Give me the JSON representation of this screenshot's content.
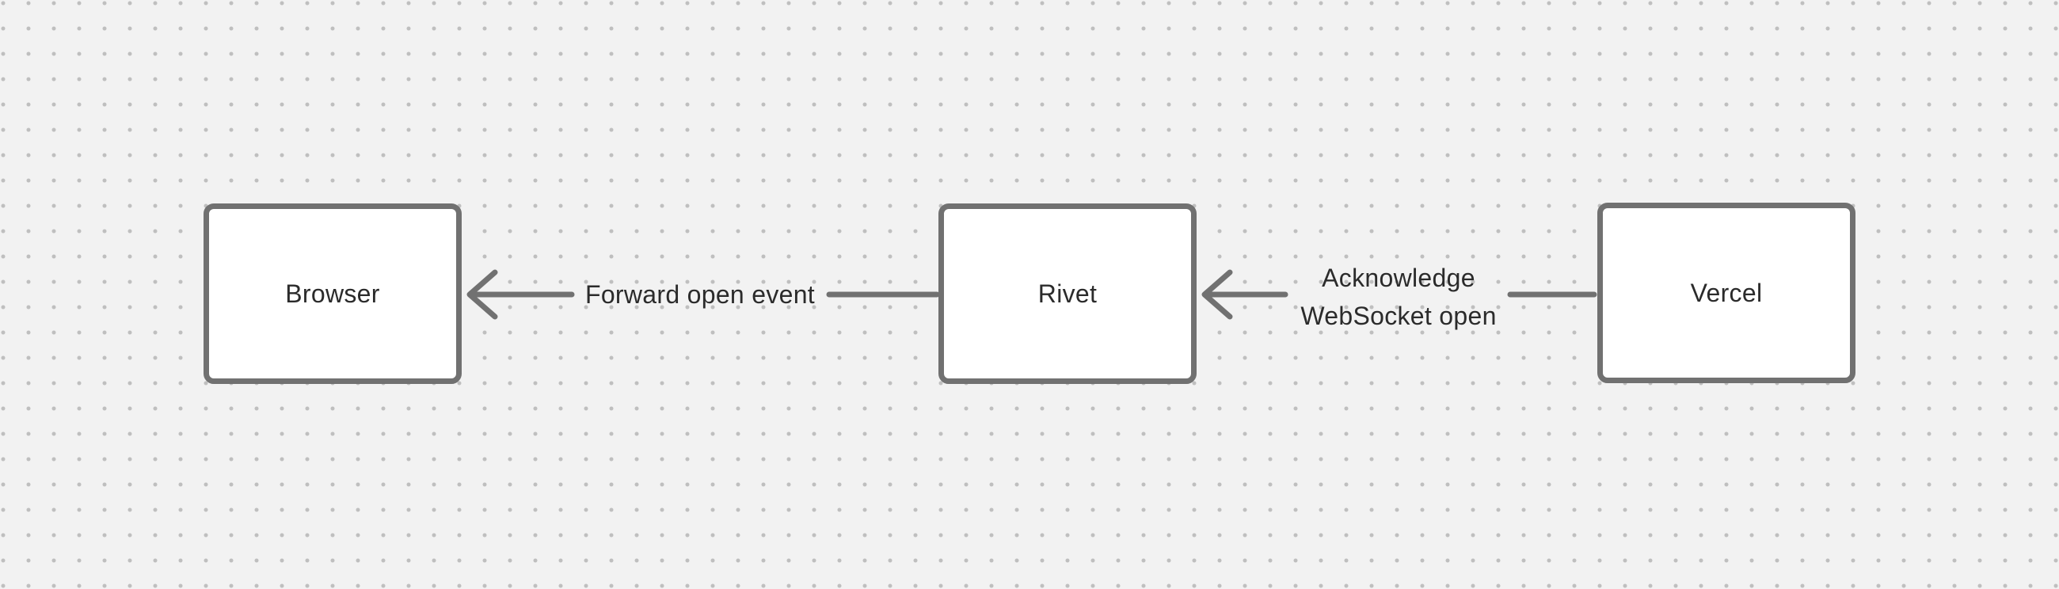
{
  "canvas": {
    "grid": "dotted",
    "colors": {
      "bg": "#f2f2f2",
      "dot": "#bfbfbf",
      "stroke": "#717171",
      "node-fill": "#ffffff",
      "text": "#2b2b2b"
    }
  },
  "diagram": {
    "nodes": [
      {
        "id": "browser",
        "label": "Browser"
      },
      {
        "id": "rivet",
        "label": "Rivet"
      },
      {
        "id": "vercel",
        "label": "Vercel"
      }
    ],
    "edges": [
      {
        "from": "rivet",
        "to": "browser",
        "arrow_direction": "left",
        "label": "Forward open event"
      },
      {
        "from": "vercel",
        "to": "rivet",
        "arrow_direction": "left",
        "label_lines": [
          "Acknowledge",
          "WebSocket open"
        ]
      }
    ]
  }
}
